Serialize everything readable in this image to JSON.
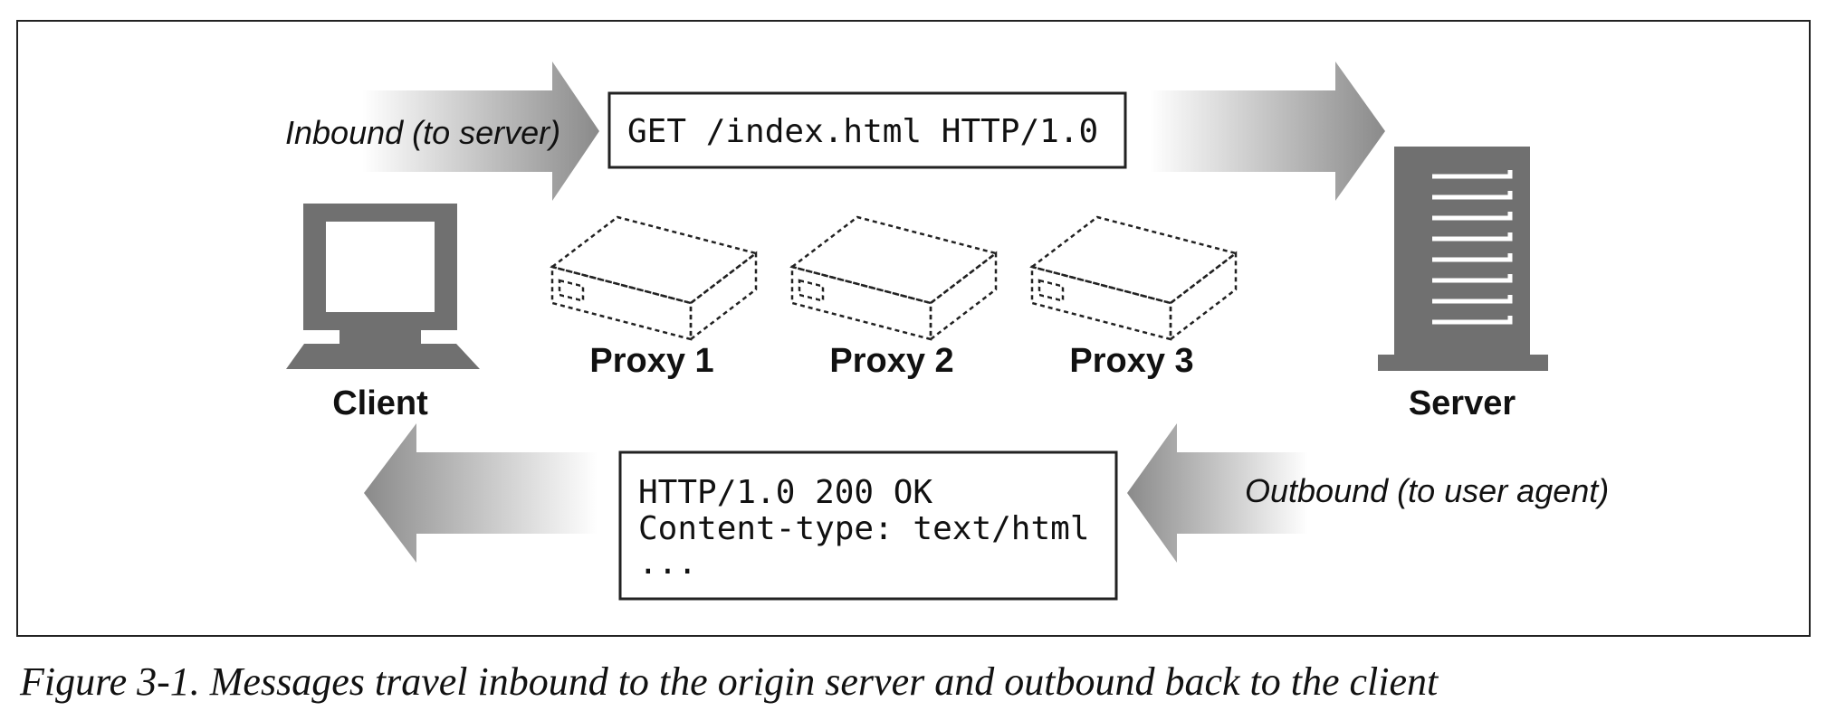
{
  "labels": {
    "inbound": "Inbound (to server)",
    "outbound": "Outbound (to user agent)",
    "client": "Client",
    "server": "Server"
  },
  "proxies": [
    {
      "name": "Proxy 1"
    },
    {
      "name": "Proxy 2"
    },
    {
      "name": "Proxy 3"
    }
  ],
  "request": {
    "line": "GET /index.html HTTP/1.0"
  },
  "response": {
    "lines": [
      "HTTP/1.0 200 OK",
      "Content-type: text/html",
      "..."
    ]
  },
  "caption": "Figure 3-1. Messages travel inbound to the origin server and outbound back to the client",
  "colors": {
    "icon_gray": "#707070",
    "arrow_dark": "#8a8a8a",
    "border": "#222222"
  },
  "icons": [
    "computer-icon",
    "server-tower-icon",
    "proxy-box-icon"
  ]
}
